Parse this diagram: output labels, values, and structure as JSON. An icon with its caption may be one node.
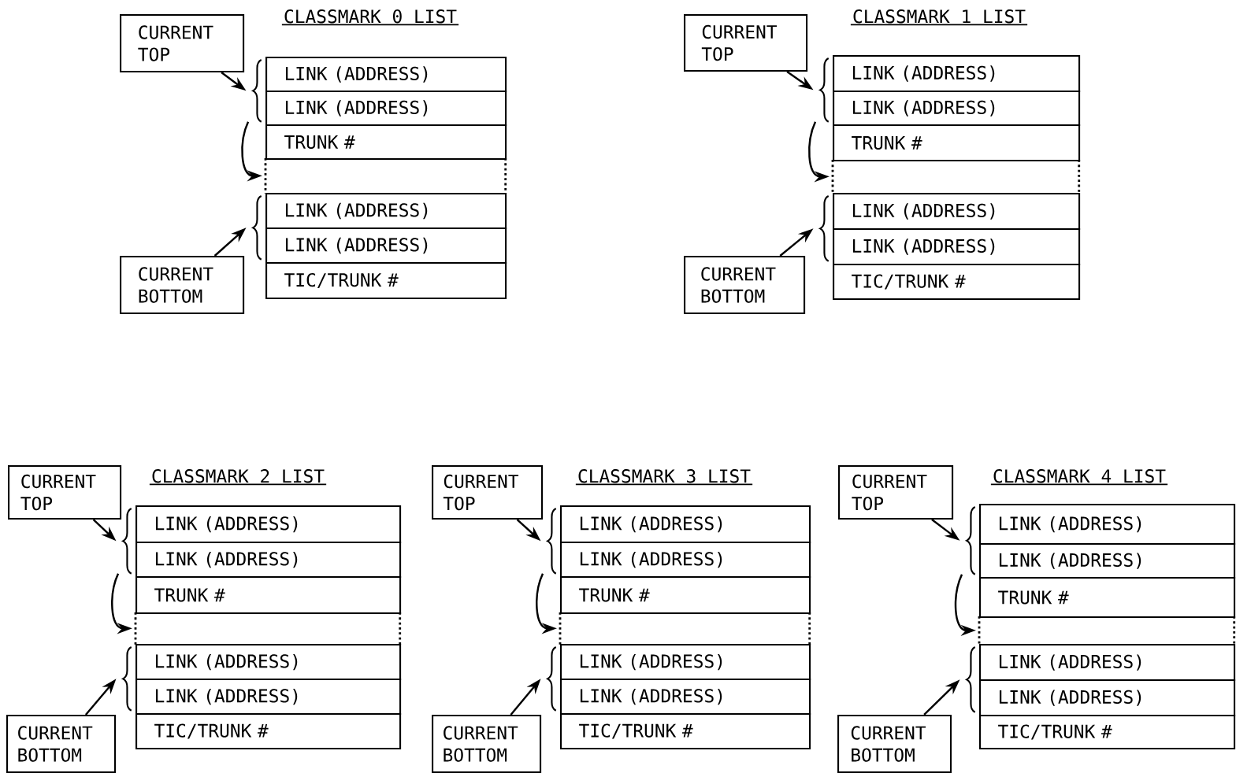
{
  "diagram": {
    "nodes": [
      {
        "text": [
          "CURRENT TOP"
        ]
      },
      {
        "text": [],
        "shape": "brace"
      },
      {
        "text": [
          "LINK (ADDRESS)"
        ]
      },
      {
        "text": [
          "LINK (ADDRESS)"
        ]
      },
      {
        "text": [
          "TRUNK #"
        ]
      },
      {
        "text": [],
        "shape": "box"
      },
      {
        "text": [
          "LINK (ADDRESS)"
        ]
      },
      {
        "text": [
          "LINK (ADDRESS)"
        ]
      },
      {
        "text": [
          "TIC/TRUNK #"
        ]
      },
      {
        "text": [],
        "shape": "brace"
      },
      {
        "text": [
          "CURRENT BOTTOM"
        ]
      },
      {
        "text": [
          "CURRENT TOP"
        ]
      },
      {
        "text": [],
        "shape": "brace"
      },
      {
        "text": [
          "LINK (ADDRESS)"
        ]
      },
      {
        "text": [
          "LINK (ADDRESS)"
        ]
      },
      {
        "text": [
          "TRUNK #"
        ]
      },
      {
        "text": [],
        "shape": "box"
      },
      {
        "text": [
          "LINK (ADDRESS)"
        ]
      },
      {
        "text": [
          "LINK (ADDRESS)"
        ]
      },
      {
        "text": [
          "TIC/TRUNK #"
        ]
      },
      {
        "text": [],
        "shape": "brace"
      },
      {
        "text": [
          "CURRENT BOTTOM"
        ]
      },
      {
        "text": [
          "CURRENT TOP"
        ]
      },
      {
        "text": [],
        "shape": "brace"
      },
      {
        "text": [
          "LINK (ADDRESS)"
        ]
      },
      {
        "text": [
          "LINK (ADDRESS)"
        ]
      },
      {
        "text": [
          "TRUNK #"
        ]
      },
      {
        "text": [],
        "shape": "box"
      },
      {
        "text": [
          "LINK (ADDRESS)"
        ]
      },
      {
        "text": [
          "LINK (ADDRESS)"
        ]
      },
      {
        "text": [
          "TIC/TRUNK #"
        ]
      },
      {
        "text": [],
        "shape": "brace"
      },
      {
        "text": [
          "CURRENT BOTTOM"
        ]
      },
      {
        "text": [
          "CURRENT TOP"
        ]
      },
      {
        "text": [],
        "shape": "brace"
      },
      {
        "text": [
          "LINK (ADDRESS)"
        ]
      },
      {
        "text": [
          "LINK (ADDRESS)"
        ]
      },
      {
        "text": [
          "TRUNK #"
        ]
      },
      {
        "text": [],
        "shape": "box"
      },
      {
        "text": [
          "LINK (ADDRESS)"
        ]
      },
      {
        "text": [
          "LINK (ADDRESS)"
        ]
      },
      {
        "text": [
          "TIC/TRUNK #"
        ]
      },
      {
        "text": [],
        "shape": "brace"
      },
      {
        "text": [
          "CURRENT BOTTOM"
        ]
      },
      {
        "text": [
          "CURRENT TOP"
        ]
      },
      {
        "text": [],
        "shape": "brace"
      },
      {
        "text": [
          "LINK (ADDRESS)"
        ]
      },
      {
        "text": [
          "LINK (ADDRESS)"
        ]
      },
      {
        "text": [
          "TRUNK #"
        ]
      },
      {
        "text": [],
        "shape": "box"
      },
      {
        "text": [
          "LINK (ADDRESS)"
        ]
      },
      {
        "text": [
          "LINK (ADDRESS)"
        ]
      },
      {
        "text": [
          "TIC/TRUNK #"
        ]
      },
      {
        "text": [],
        "shape": "brace"
      },
      {
        "text": [
          "CURRENT BOTTOM"
        ]
      }
    ],
    "edges": [
      {
        "from": 0,
        "to": 1,
        "arrow": "to"
      },
      {
        "from": 1,
        "to": 5,
        "arrow": "to"
      },
      {
        "from": 10,
        "to": 9,
        "arrow": "to"
      },
      {
        "from": 11,
        "to": 12,
        "arrow": "to"
      },
      {
        "from": 12,
        "to": 16,
        "arrow": "to"
      },
      {
        "from": 21,
        "to": 20,
        "arrow": "to"
      },
      {
        "from": 22,
        "to": 23,
        "arrow": "to"
      },
      {
        "from": 23,
        "to": 27,
        "arrow": "to"
      },
      {
        "from": 32,
        "to": 31,
        "arrow": "to"
      },
      {
        "from": 33,
        "to": 34,
        "arrow": "to"
      },
      {
        "from": 34,
        "to": 38,
        "arrow": "to"
      },
      {
        "from": 43,
        "to": 42,
        "arrow": "to"
      },
      {
        "from": 44,
        "to": 45,
        "arrow": "to"
      },
      {
        "from": 45,
        "to": 49,
        "arrow": "to"
      },
      {
        "from": 54,
        "to": 53,
        "arrow": "to"
      }
    ],
    "labels": [
      "CLASSMARK 0 LIST",
      "CLASSMARK 1 LIST",
      "CLASSMARK 2 LIST",
      "CLASSMARK 3 LIST",
      "CLASSMARK 4 LIST"
    ]
  }
}
